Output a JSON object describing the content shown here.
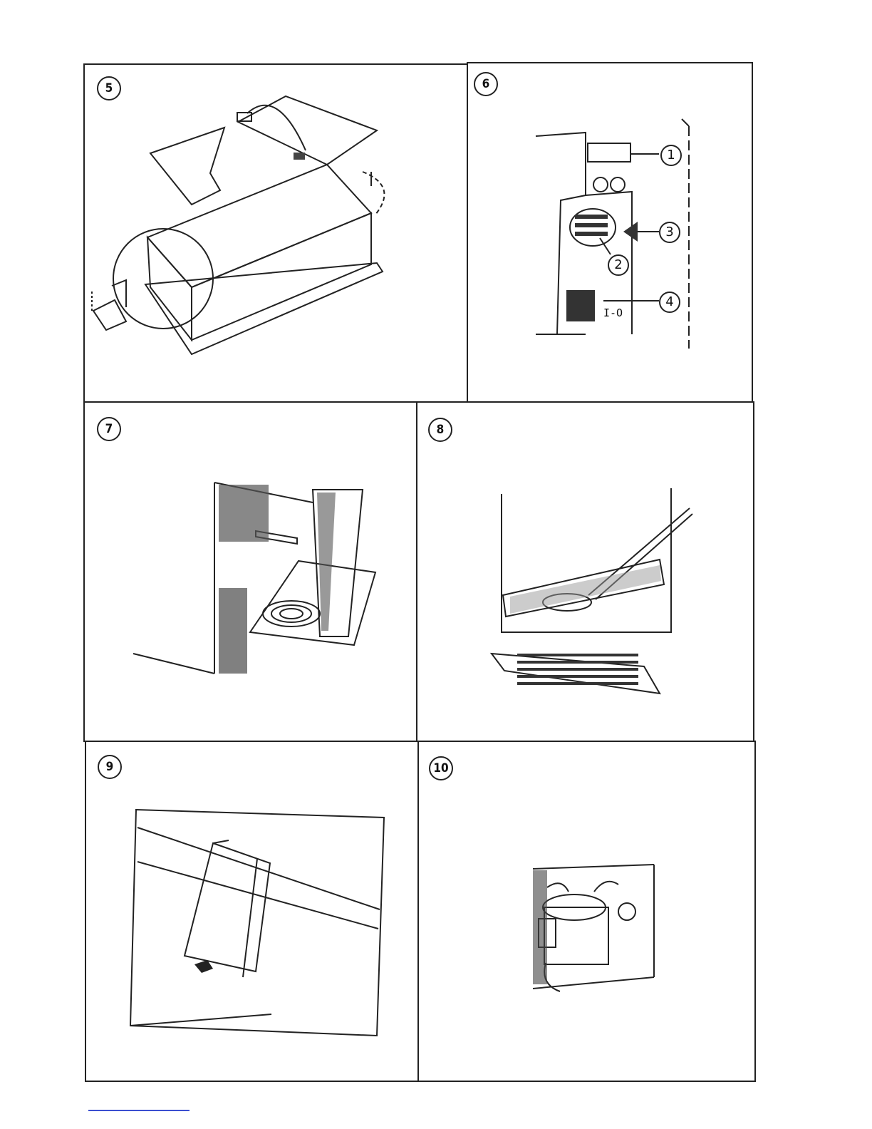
{
  "panels": [
    {
      "number": "5"
    },
    {
      "number": "6",
      "callouts": [
        "1",
        "2",
        "3",
        "4"
      ],
      "switch_label": "I-O"
    },
    {
      "number": "7"
    },
    {
      "number": "8"
    },
    {
      "number": "9"
    },
    {
      "number": "10"
    }
  ],
  "colors": {
    "ink": "#222222",
    "footer_line": "#3b4fd0"
  }
}
